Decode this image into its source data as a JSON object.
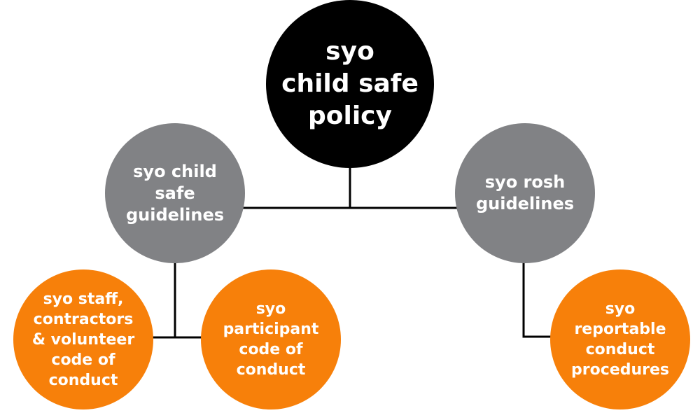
{
  "colors": {
    "root": "#000000",
    "level2": "#818285",
    "level3": "#f7800a",
    "text": "#ffffff",
    "connector": "#000000"
  },
  "nodes": {
    "root": {
      "label": "syo\nchild safe\npolicy"
    },
    "guidelines": {
      "label": "syo child\nsafe\nguidelines"
    },
    "rosh": {
      "label": "syo rosh\nguidelines"
    },
    "staff": {
      "label": "syo staff,\ncontractors\n& volunteer\ncode of\nconduct"
    },
    "participant": {
      "label": "syo\nparticipant\ncode of\nconduct"
    },
    "reportable": {
      "label": "syo\nreportable\nconduct\nprocedures"
    }
  }
}
